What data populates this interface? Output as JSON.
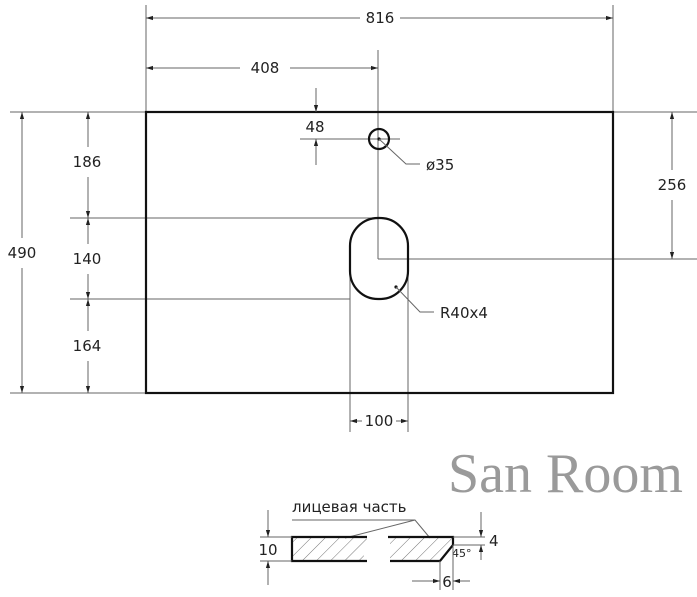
{
  "dimensions": {
    "overall_width": "816",
    "half_width": "408",
    "faucet_offset": "48",
    "faucet_diameter": "ø35",
    "sink_center_from_top": "256",
    "overall_depth": "490",
    "top_segment": "186",
    "sink_length": "140",
    "bottom_segment": "164",
    "corner_radius": "R40x4",
    "sink_width": "100"
  },
  "profile": {
    "face_label": "лицевая часть",
    "thickness": "10",
    "chamfer_height": "4",
    "chamfer_angle": "45°",
    "chamfer_width": "6"
  },
  "watermark": "San Room"
}
